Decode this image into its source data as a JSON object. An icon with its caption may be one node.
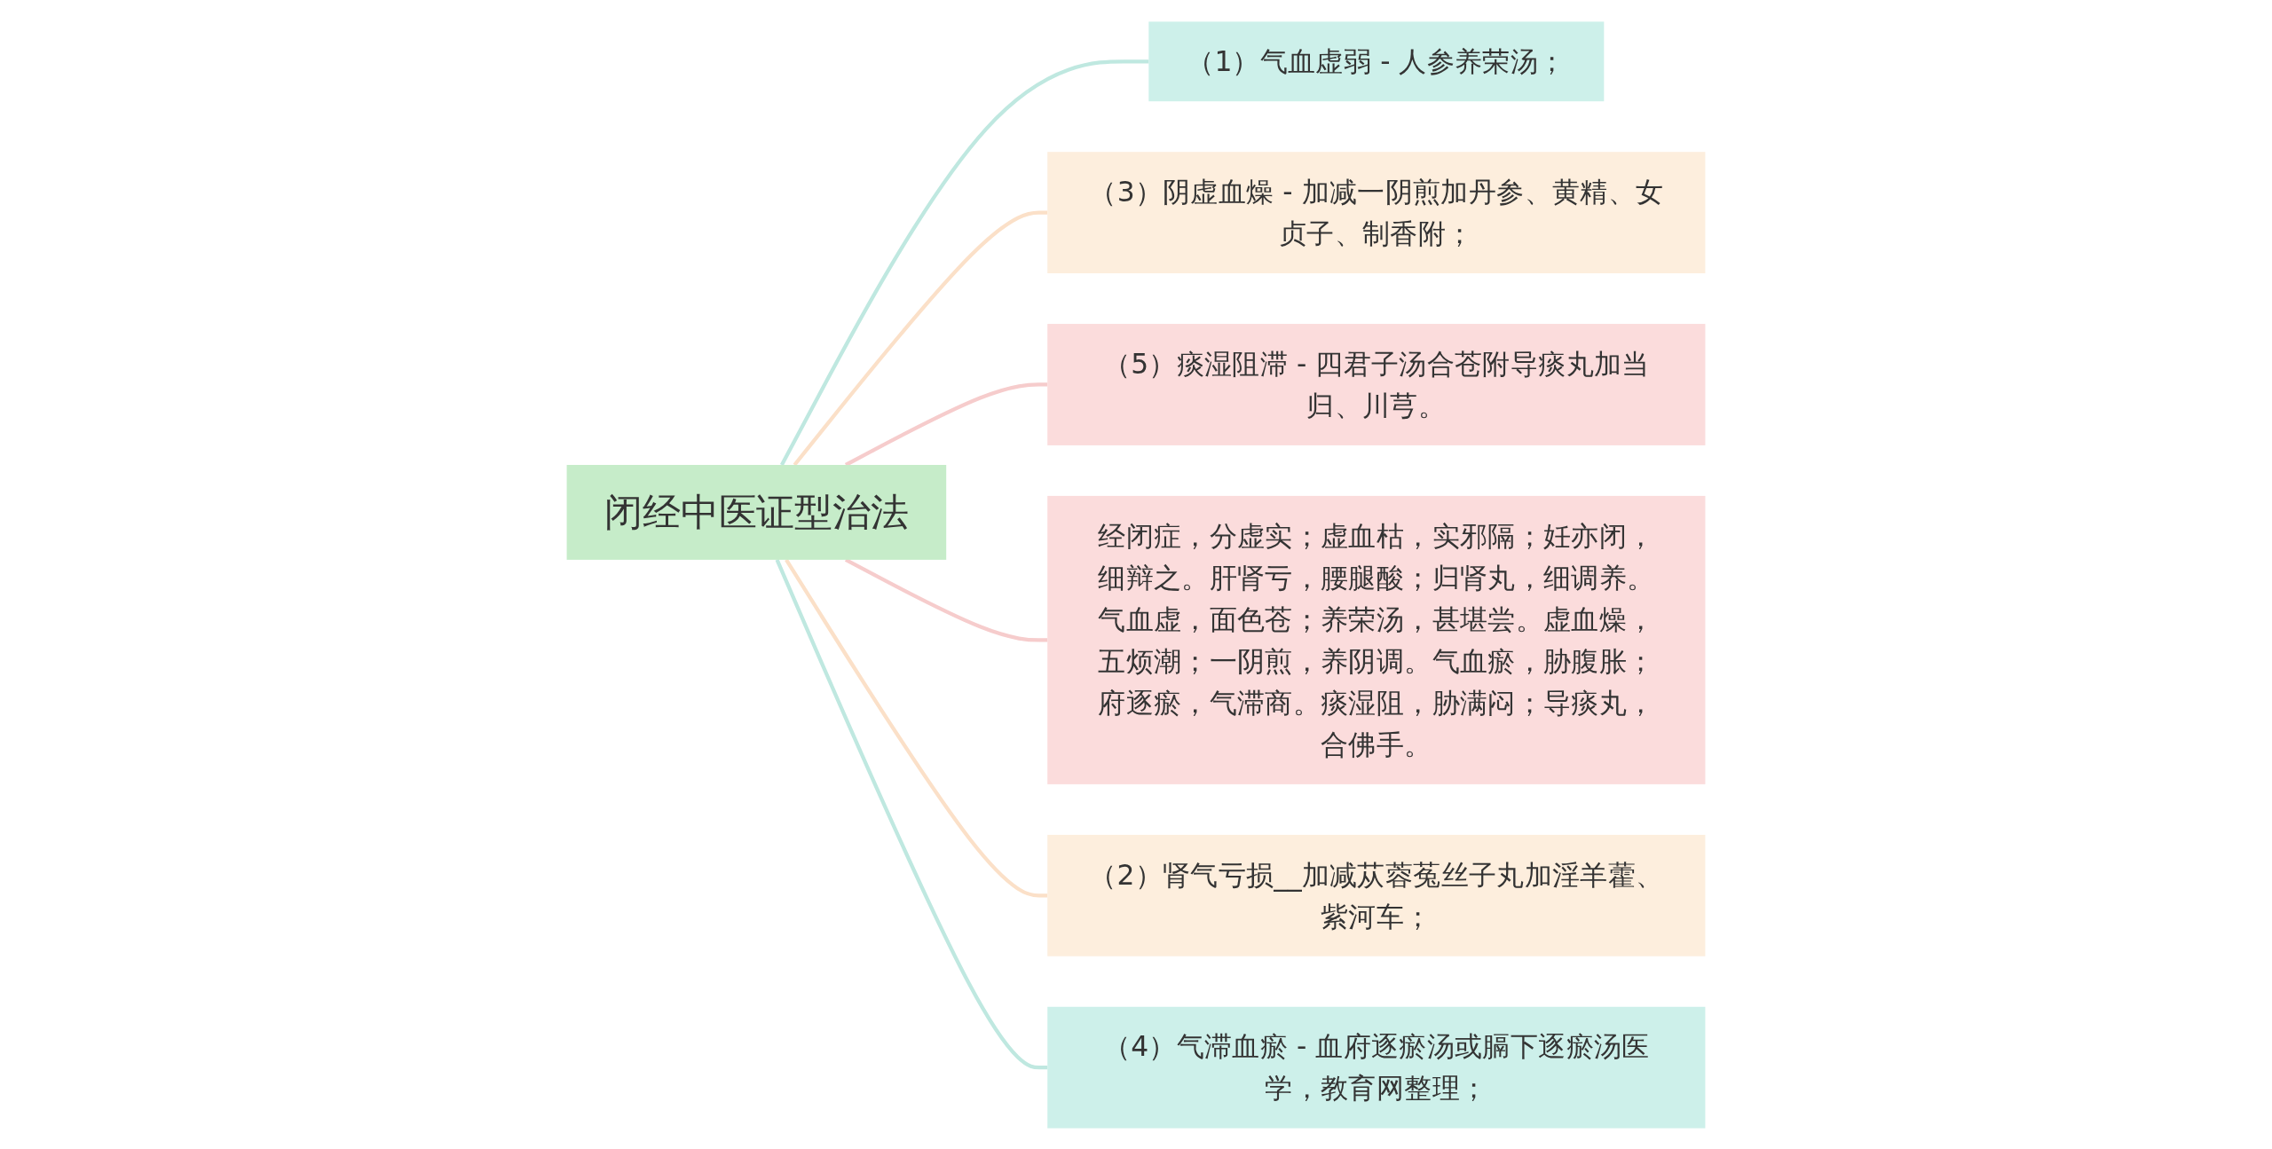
{
  "diagram": {
    "nodes": [
      {
        "text": [
          "闭经中医证型治法"
        ]
      },
      {
        "text": [
          "（1）气血虚弱 - 人参养荣汤；"
        ]
      },
      {
        "text": [
          "（3）阴虚血燥 - 加减一阴煎加丹参、黄精、女贞子、制香附；"
        ]
      },
      {
        "text": [
          "（5）痰湿阻滞 - 四君子汤合苍附导痰丸加当归、川芎。"
        ]
      },
      {
        "text": [
          "经闭症，分虚实；虚血枯，实邪隔；妊亦闭，细辩之。肝肾亏，腰腿酸；归肾丸，细调养。气血虚，面色苍；养荣汤，甚堪尝。虚血燥，五烦潮；一阴煎，养阴调。气血瘀，胁腹胀；府逐瘀，气滞商。痰湿阻，胁满闷；导痰丸，合佛手。"
        ]
      },
      {
        "text": [
          "（2）肾气亏损__加减苁蓉菟丝子丸加淫羊藿、紫河车；"
        ]
      },
      {
        "text": [
          "（4）气滞血瘀 - 血府逐瘀汤或膈下逐瘀汤医学，教育网整理；"
        ]
      }
    ],
    "edges": [
      {
        "from": 0,
        "to": 1,
        "arrow": "none",
        "color": "#bfe8e0"
      },
      {
        "from": 0,
        "to": 2,
        "arrow": "none",
        "color": "#fbe0c8"
      },
      {
        "from": 0,
        "to": 3,
        "arrow": "none",
        "color": "#f6cccc"
      },
      {
        "from": 0,
        "to": 4,
        "arrow": "none",
        "color": "#f6cccc"
      },
      {
        "from": 0,
        "to": 5,
        "arrow": "none",
        "color": "#fbe0c8"
      },
      {
        "from": 0,
        "to": 6,
        "arrow": "none",
        "color": "#bfe8e0"
      }
    ]
  }
}
